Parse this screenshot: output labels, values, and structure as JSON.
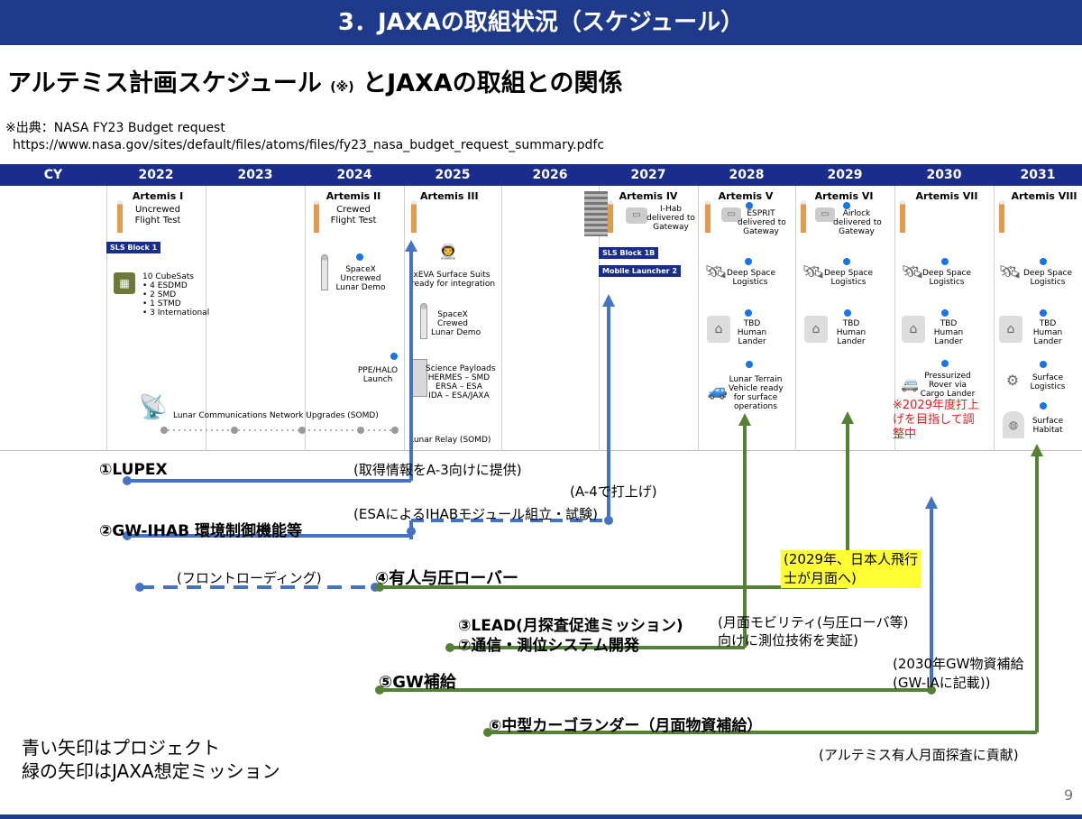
{
  "header": {
    "title": "3．JAXAの取組状況（スケジュール）"
  },
  "subtitle": {
    "main": "アルテミス計画スケジュール",
    "mark": "(※)",
    "rest": "とJAXAの取組との関係"
  },
  "source": {
    "line1": "※出典：NASA FY23 Budget request",
    "line2": "https://www.nasa.gov/sites/default/files/atoms/files/fy23_nasa_budget_request_summary.pdfc"
  },
  "years": {
    "cy": "CY",
    "list": [
      "2022",
      "2023",
      "2024",
      "2025",
      "2026",
      "2027",
      "2028",
      "2029",
      "2030",
      "2031"
    ]
  },
  "missions": {
    "a1": {
      "title": "Artemis I",
      "sub1": "Uncrewed",
      "sub2": "Flight Test"
    },
    "a2": {
      "title": "Artemis II",
      "sub1": "Crewed",
      "sub2": "Flight Test"
    },
    "a3": {
      "title": "Artemis III"
    },
    "a4": {
      "title": "Artemis IV",
      "sub1": "I-Hab",
      "sub2": "delivered to",
      "sub3": "Gateway"
    },
    "a5": {
      "title": "Artemis V",
      "sub1": "ESPRIT",
      "sub2": "delivered to",
      "sub3": "Gateway"
    },
    "a6": {
      "title": "Artemis VI",
      "sub1": "Airlock",
      "sub2": "delivered to",
      "sub3": "Gateway"
    },
    "a7": {
      "title": "Artemis VII"
    },
    "a8": {
      "title": "Artemis VIII"
    }
  },
  "items": {
    "sls1": "SLS Block 1",
    "cubesats": [
      "10 CubeSats",
      "• 4 ESDMD",
      "• 2 SMD",
      "• 1 STMD",
      "• 3 International"
    ],
    "spacex_uncrewed": [
      "SpaceX",
      "Uncrewed",
      "Lunar Demo"
    ],
    "ppe": [
      "PPE/HALO",
      "Launch"
    ],
    "somd": "Lunar Communications Network Upgrades (SOMD)",
    "xeva": [
      "xEVA Surface Suits",
      "ready for integration"
    ],
    "spacex_crewed": [
      "SpaceX",
      "Crewed",
      "Lunar Demo"
    ],
    "science": [
      "Science Payloads",
      "HERMES – SMD",
      "ERSA – ESA",
      "IDA – ESA/JAXA"
    ],
    "relay": "Lunar Relay (SOMD)",
    "sls1b": "SLS Block 1B",
    "ml2": "Mobile Launcher 2",
    "dsl": [
      "Deep Space",
      "Logistics"
    ],
    "tbd": [
      "TBD",
      "Human",
      "Lander"
    ],
    "ltv": [
      "Lunar Terrain",
      "Vehicle ready",
      "for surface",
      "operations"
    ],
    "rover": [
      "Pressurized",
      "Rover via",
      "Cargo Lander"
    ],
    "surf_log": [
      "Surface",
      "Logistics"
    ],
    "surf_hab": [
      "Surface",
      "Habitat"
    ],
    "red_note": [
      "※2029年度打上",
      "げを目指して調",
      "整中"
    ]
  },
  "projects": {
    "p1": "①LUPEX",
    "p2": "②GW-IHAB 環境制御機能等",
    "p4": "④有人与圧ローバー",
    "p3": "③LEAD(月探査促進ミッション)",
    "p7": "⑦通信・測位システム開発",
    "p5": "⑤GW補給",
    "p6": "⑥中型カーゴランダー（月面物資補給）"
  },
  "notes": {
    "n1": "(取得情報をA-3向けに提供)",
    "n2": "(A-4で打上げ)",
    "n3": "(ESAによるIHABモジュール組立・試験)",
    "n4": "(フロントローディング)",
    "n5": [
      "(2029年、日本人飛行",
      "士が月面へ)"
    ],
    "n6": [
      "(月面モビリティ(与圧ローバ等)",
      "向けに測位技術を実証)"
    ],
    "n7": [
      "(2030年GW物資補給",
      "(GW-IAに記載))"
    ],
    "n8": "(アルテミス有人月面探査に貢献)"
  },
  "legend": {
    "blue": "青い矢印はプロジェクト",
    "green": "緑の矢印はJAXA想定ミッション"
  },
  "page_number": "9",
  "colors": {
    "header": "#1f3a8a",
    "blue_arrow": "#4472c4",
    "green_arrow": "#548235",
    "highlight": "#ffff33",
    "red": "#e02020"
  }
}
